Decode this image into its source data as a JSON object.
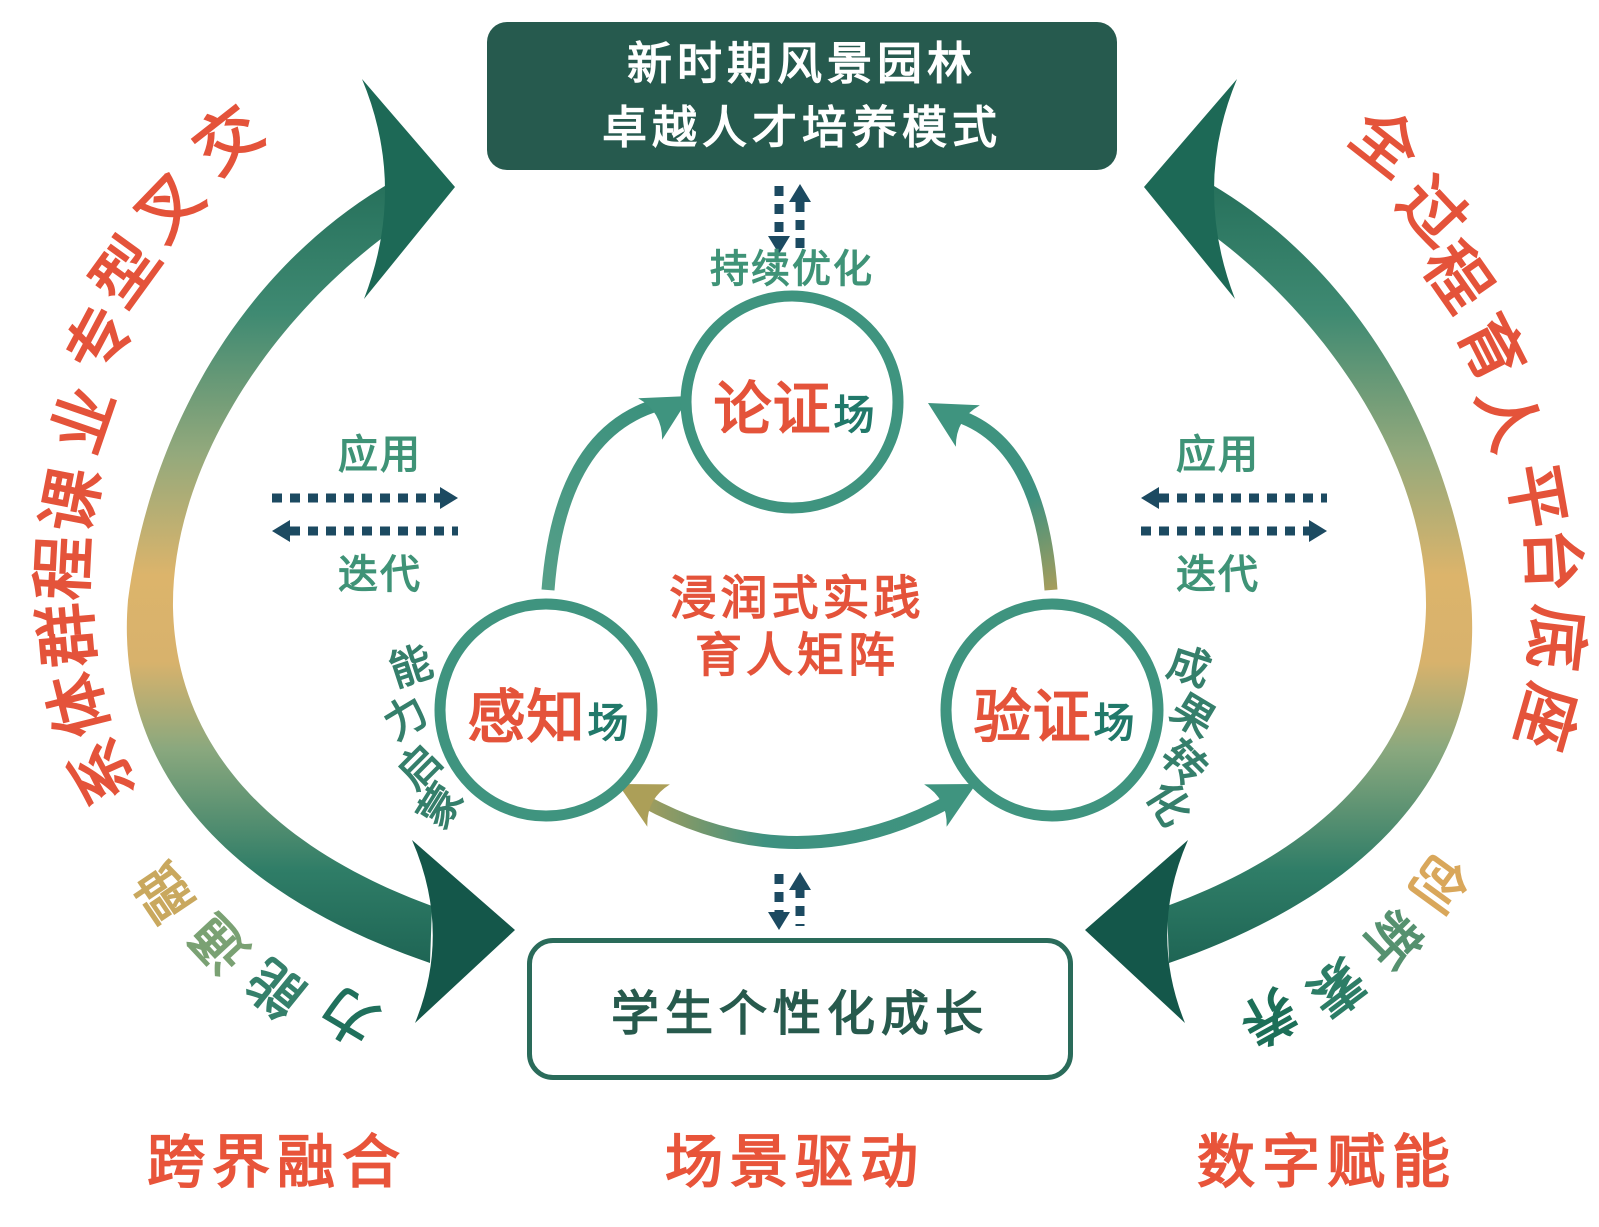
{
  "top_box": {
    "line1": "新时期风景园林",
    "line2": "卓越人才培养模式"
  },
  "feedback_top": "持续优化",
  "center_text": {
    "line1": "浸润式实践",
    "line2": "育人矩阵"
  },
  "center_circle_labels": {
    "top": {
      "main": "论证",
      "suffix": "场"
    },
    "left": {
      "main": "感知",
      "suffix": "场"
    },
    "right": {
      "main": "验证",
      "suffix": "场"
    }
  },
  "exchange_left": {
    "top": "应用",
    "bottom": "迭代"
  },
  "exchange_right": {
    "top": "应用",
    "bottom": "迭代"
  },
  "arc_texts": {
    "left_red": "交叉型专业课程群体系",
    "left_green": "融通能力",
    "right_red": "全过程育人平台底座",
    "right_green": "创新素养",
    "left_circle": "能力启蒙",
    "right_circle": "成果转化"
  },
  "bottom_box": {
    "label": "学生个性化成长"
  },
  "bottom_labels": [
    "跨界融合",
    "场景驱动",
    "数字赋能"
  ],
  "colors": {
    "accent_red": "#e4533a",
    "circle_teal": "#3f947f",
    "deep_teal_text": "#21796a",
    "box_dark_green": "#265a4e",
    "swoosh_gold": "#dcb46b",
    "swoosh_dark_green": "#1d6956",
    "label_green": "#3f9377",
    "dash_navy": "#1c4a61"
  }
}
